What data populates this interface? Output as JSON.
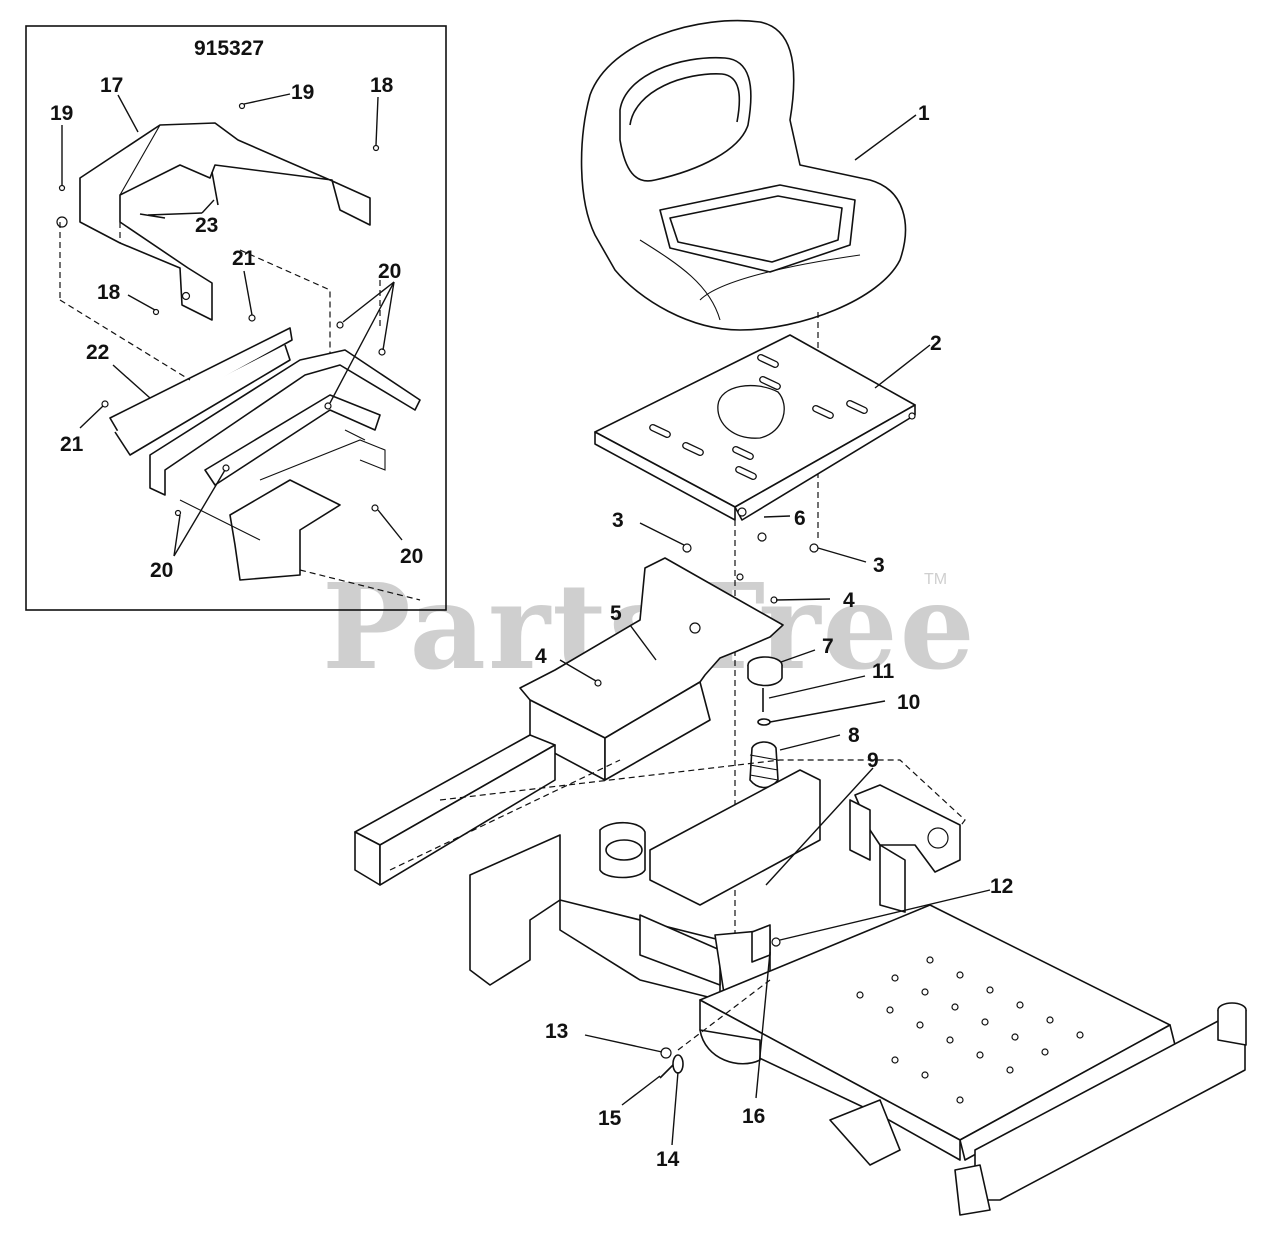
{
  "watermark": {
    "text": "PartsTree",
    "trademark": "TM"
  },
  "inset": {
    "title": "915327",
    "callouts": [
      "17",
      "19",
      "18",
      "19",
      "23",
      "21",
      "18",
      "20",
      "22",
      "21",
      "20",
      "20"
    ]
  },
  "main_callouts": [
    "1",
    "2",
    "3",
    "6",
    "3",
    "4",
    "5",
    "4",
    "7",
    "11",
    "10",
    "8",
    "9",
    "12",
    "13",
    "15",
    "14",
    "16"
  ]
}
